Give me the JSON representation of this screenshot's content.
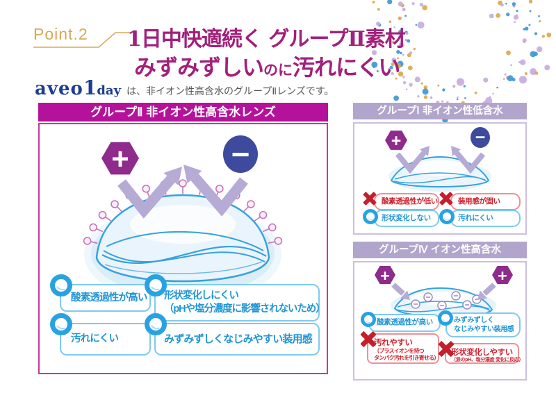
{
  "header": {
    "point_label": "Point.2",
    "title_line1": "1日中快適続く グループⅡ素材",
    "title_line2": {
      "big1": "みずみずしい",
      "small": "のに",
      "big2": "汚れにくい"
    },
    "brand": {
      "logo_main": "aveo",
      "logo_num": "1",
      "logo_day": "day",
      "description": "は、非イオン性高含水のグループⅡレンズです。"
    }
  },
  "symbols": {
    "plus": "+",
    "minus": "−"
  },
  "main_panel": {
    "header": "グループⅡ 非イオン性高含水レンズ",
    "features": [
      {
        "type": "good",
        "text": "酸素透過性が高い"
      },
      {
        "type": "good",
        "text": "形状変化しにくい\n（pHや塩分濃度に影響されないため）"
      },
      {
        "type": "good",
        "text": "汚れにくい"
      },
      {
        "type": "good",
        "text": "みずみずしくなじみやすい装用感"
      }
    ]
  },
  "group1_panel": {
    "header": "グループⅠ 非イオン性低含水",
    "features": [
      {
        "type": "bad",
        "text": "酸素透過性が低い"
      },
      {
        "type": "bad",
        "text": "装用感が固い"
      },
      {
        "type": "good",
        "text": "形状変化しない"
      },
      {
        "type": "good",
        "text": "汚れにくい"
      }
    ]
  },
  "group4_panel": {
    "header": "グループⅣ イオン性高含水",
    "features": [
      {
        "type": "good",
        "text": "酸素透過性が高い"
      },
      {
        "type": "good",
        "text": "みずみずしく\nなじみやすい装用感"
      },
      {
        "type": "bad",
        "text": "汚れやすい",
        "sub": "（プラスイオンを持つ\nタンパク汚れを引き寄せる）"
      },
      {
        "type": "bad",
        "text": "形状変化しやすい",
        "sub": "（涙のpH、塩分濃度 変化に反応）"
      }
    ]
  },
  "colors": {
    "title_magenta": "#a2207c",
    "panel_magenta": "#b5129b",
    "lavender_header": "#b2a5cb",
    "good_blue": "#2196d6",
    "bad_red": "#cc2030",
    "gold": "#d8a855",
    "logo_blue": "#1c3e92",
    "ion_plus_purple": "#8e2b8d",
    "ion_minus_navy": "#3d4a9d",
    "arrow_lavender": "#b5abd5",
    "lens_blue": "#35a2de",
    "dot_colors": [
      "#c8abdf",
      "#3e97d4",
      "#d9a94f"
    ]
  }
}
